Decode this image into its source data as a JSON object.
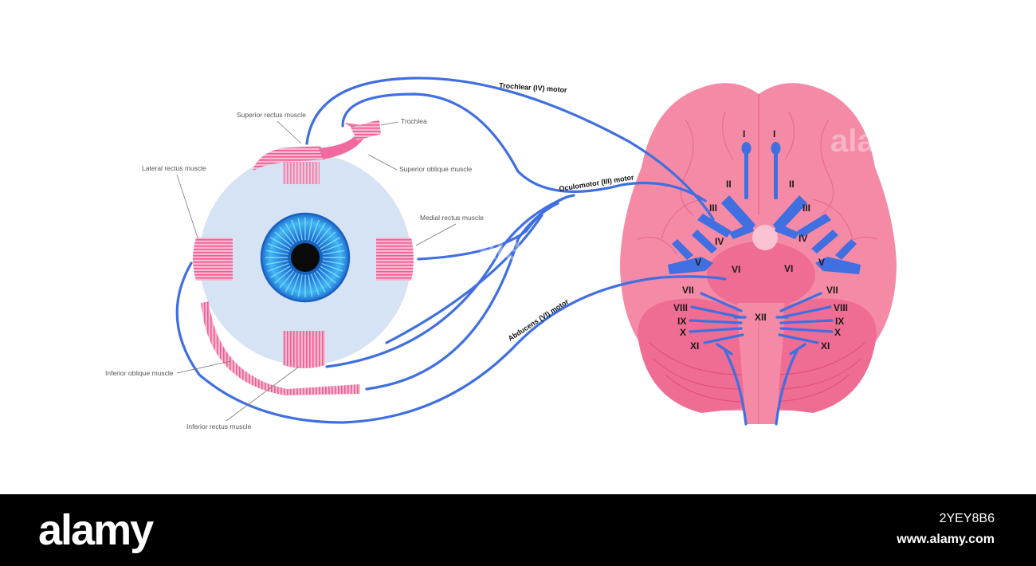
{
  "muscles": {
    "superior_rectus": "Superior rectus muscle",
    "trochlea": "Trochlea",
    "superior_oblique": "Superior  oblique muscle",
    "lateral_rectus": "Lateral rectus muscle",
    "medial_rectus": "Medial rectus muscle",
    "inferior_oblique": "Inferior oblique muscle",
    "inferior_rectus": "Inferior rectus muscle"
  },
  "nerves": {
    "trochlear": "Trochlear (IV) motor",
    "oculomotor": "Oculomotor (III) motor",
    "abducens": "Abducens (VI) motor"
  },
  "cranial_nerves": {
    "left": [
      "I",
      "II",
      "III",
      "IV",
      "V",
      "VI",
      "VII",
      "VIII",
      "IX",
      "X",
      "XI"
    ],
    "right": [
      "I",
      "II",
      "III",
      "IV",
      "V",
      "VI",
      "VII",
      "VIII",
      "IX",
      "X",
      "XI"
    ],
    "center": "XII"
  },
  "colors": {
    "nerve": "#3f6fe0",
    "brain": "#f58aa6",
    "brain_dark": "#ef6d93",
    "eyeball": "#d5e3f4",
    "iris": "#1e8fe0",
    "muscle": "#f06aa0"
  },
  "watermark": "alamy",
  "banner": {
    "brand": "alamy",
    "image_id": "2YEY8B6",
    "url": "www.alamy.com"
  }
}
